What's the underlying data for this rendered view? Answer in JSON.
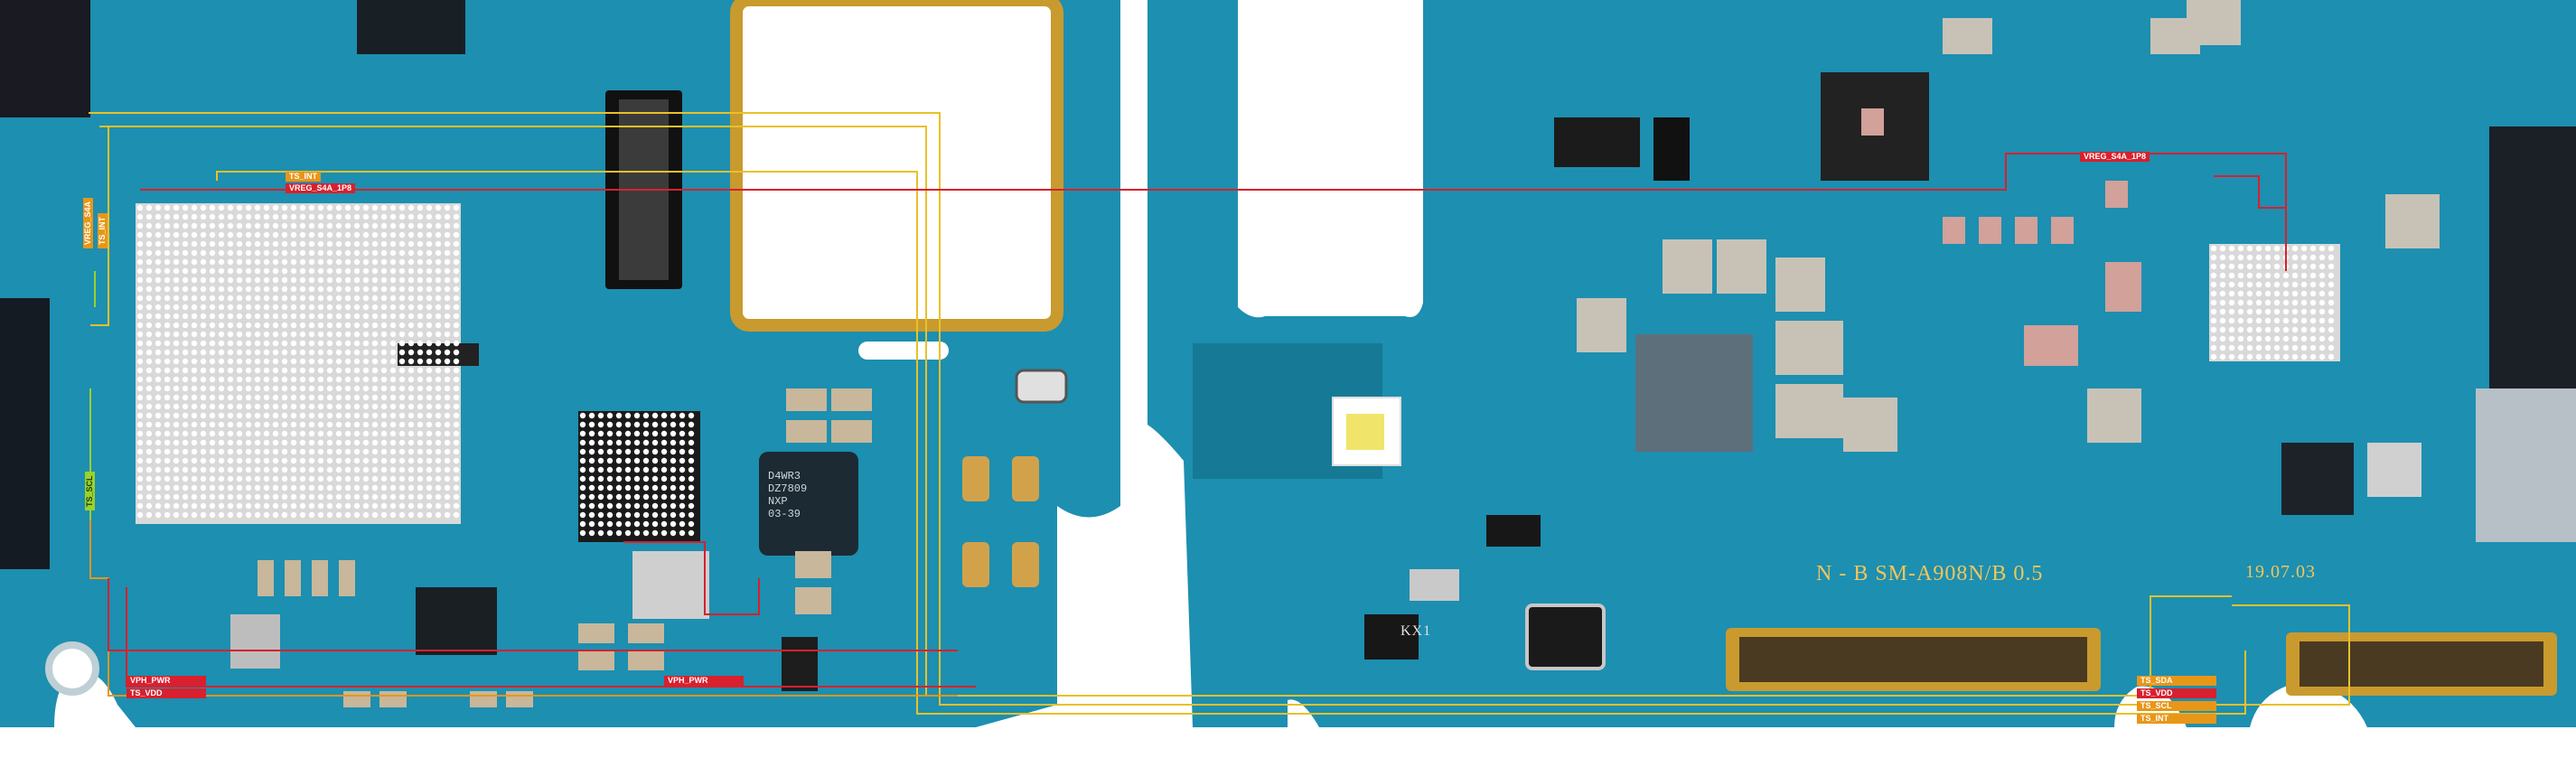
{
  "board": {
    "silkscreen_model": "N - B  SM-A908N/B 0.5",
    "silkscreen_date": "19.07.03",
    "ic_code_line1": "D4WR3",
    "ic_code_line2": "DZ7809",
    "ic_code_line3": "NXP",
    "ic_code_line4": "03-39",
    "component_mark": "KX1"
  },
  "signals": {
    "ts_int_top": "TS_INT",
    "vreg_s4a_top": "VREG_S4A_1P8",
    "vreg_s4a_right": "VREG_S4A_1P8",
    "left_vert_1": "VREG_S4A",
    "left_vert_2": "TS_INT",
    "left_vert_3": "TS_SCL",
    "vph_pwr_left": "VPH_PWR",
    "ts_vdd_left": "TS_VDD",
    "vph_pwr_mid": "VPH_PWR",
    "ts_sda": "TS_SDA",
    "ts_vdd": "TS_VDD",
    "ts_scl": "TS_SCL",
    "ts_int": "TS_INT"
  },
  "colors": {
    "pcb": "#1d8fb0",
    "pcb_dark": "#136b86",
    "gold": "#c99a2e",
    "trace_red": "#d8202e",
    "trace_yellow": "#e8c12a",
    "trace_orange": "#e89618",
    "trace_green": "#9ad12a"
  }
}
